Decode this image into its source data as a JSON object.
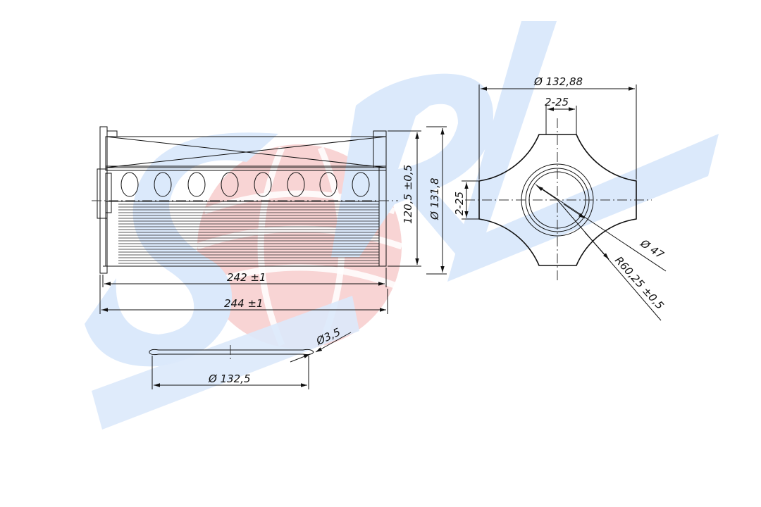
{
  "watermark": {
    "text": "SORL",
    "letter_color": "#dbe9fb",
    "globe_color": "#f8d4d4"
  },
  "side_view": {
    "length_outer": "244 ±1",
    "length_inner": "242 ±1",
    "height": "120,5 ±0,5",
    "diameter": "Ø 131,8"
  },
  "gasket": {
    "diameter": "Ø 132,5",
    "cord": "Ø3,5"
  },
  "end_view": {
    "outer_diameter": "Ø 132,88",
    "top_slot": "2-25",
    "side_slot": "2-25",
    "bore": "Ø 47",
    "radius": "R60,25 ±0,5"
  }
}
